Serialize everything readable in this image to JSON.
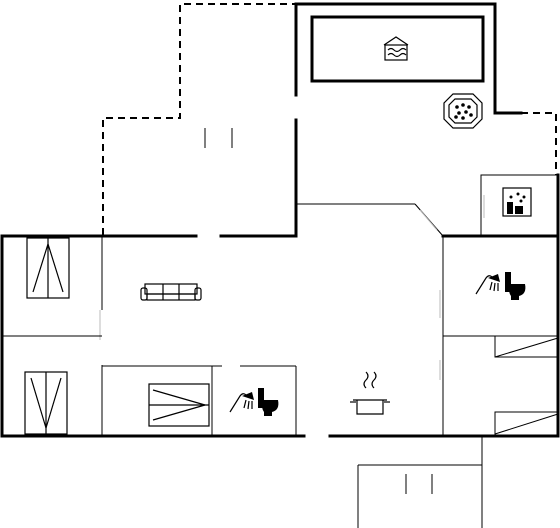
{
  "floor_plan": {
    "rooms": [
      {
        "name": "terrace-north"
      },
      {
        "name": "pool-room"
      },
      {
        "name": "living-room"
      },
      {
        "name": "bedroom-1"
      },
      {
        "name": "bedroom-2"
      },
      {
        "name": "bedroom-3"
      },
      {
        "name": "bathroom-1"
      },
      {
        "name": "bathroom-2"
      },
      {
        "name": "sauna"
      },
      {
        "name": "kitchen"
      },
      {
        "name": "terrace-south"
      }
    ],
    "icons": [
      "pool-icon",
      "whirlpool-icon",
      "sauna-icon",
      "shower-icon",
      "toilet-icon",
      "sofa-icon",
      "kitchen-pot-icon",
      "bed-icon"
    ]
  }
}
